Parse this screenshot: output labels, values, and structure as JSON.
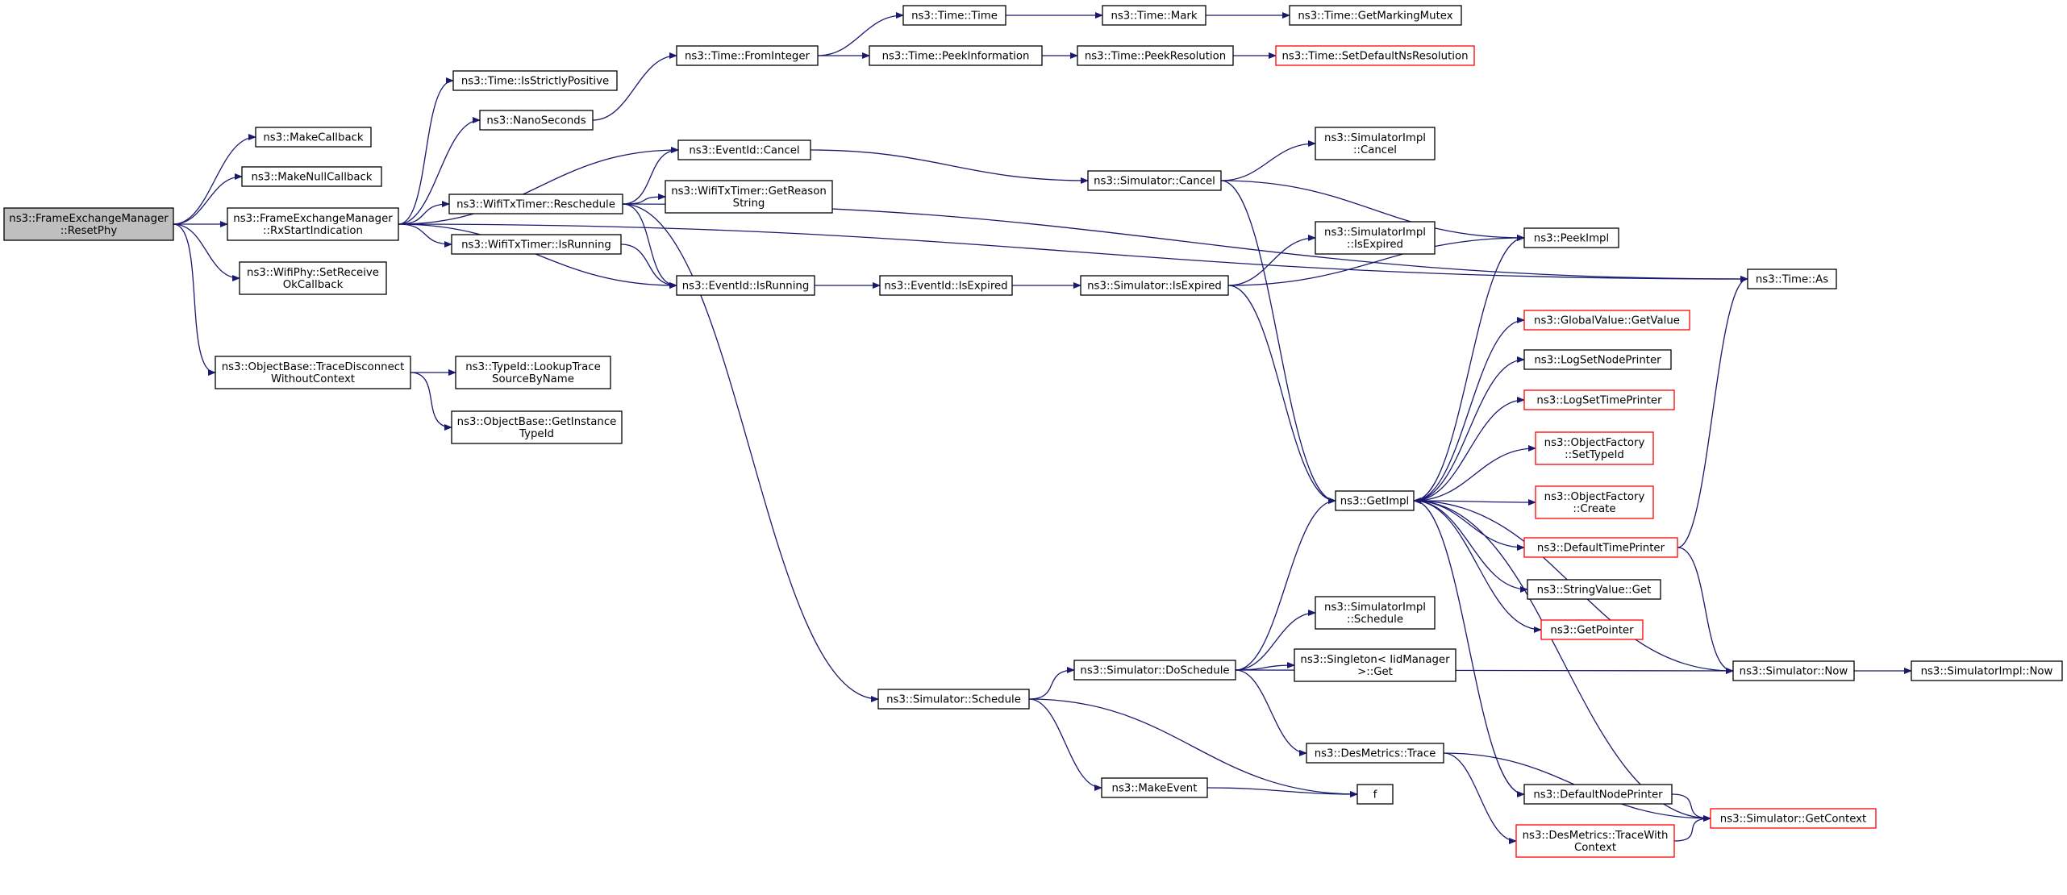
{
  "colors": {
    "edge": "#191970",
    "node_border": "#000000",
    "root_fill": "#bfbfbf",
    "truncated_border": "#ff0000",
    "background": "#ffffff"
  },
  "nodes": [
    {
      "id": "reset_phy",
      "lines": [
        "ns3::FrameExchangeManager",
        "::ResetPhy"
      ],
      "root": true
    },
    {
      "id": "make_callback",
      "lines": [
        "ns3::MakeCallback"
      ]
    },
    {
      "id": "make_null_callback",
      "lines": [
        "ns3::MakeNullCallback"
      ]
    },
    {
      "id": "rx_start",
      "lines": [
        "ns3::FrameExchangeManager",
        "::RxStartIndication"
      ]
    },
    {
      "id": "set_receive_ok",
      "lines": [
        "ns3::WifiPhy::SetReceive",
        "OkCallback"
      ]
    },
    {
      "id": "trace_disconnect",
      "lines": [
        "ns3::ObjectBase::TraceDisconnect",
        "WithoutContext"
      ]
    },
    {
      "id": "lookup_trace",
      "lines": [
        "ns3::TypeId::LookupTrace",
        "SourceByName"
      ]
    },
    {
      "id": "get_instance_typeid",
      "lines": [
        "ns3::ObjectBase::GetInstance",
        "TypeId"
      ]
    },
    {
      "id": "is_strictly_positive",
      "lines": [
        "ns3::Time::IsStrictlyPositive"
      ]
    },
    {
      "id": "nanoseconds",
      "lines": [
        "ns3::NanoSeconds"
      ]
    },
    {
      "id": "wifi_reschedule",
      "lines": [
        "ns3::WifiTxTimer::Reschedule"
      ]
    },
    {
      "id": "wifi_is_running",
      "lines": [
        "ns3::WifiTxTimer::IsRunning"
      ]
    },
    {
      "id": "from_integer",
      "lines": [
        "ns3::Time::FromInteger"
      ]
    },
    {
      "id": "eventid_cancel",
      "lines": [
        "ns3::EventId::Cancel"
      ]
    },
    {
      "id": "get_reason_string",
      "lines": [
        "ns3::WifiTxTimer::GetReason",
        "String"
      ]
    },
    {
      "id": "eventid_is_running",
      "lines": [
        "ns3::EventId::IsRunning"
      ]
    },
    {
      "id": "time_time",
      "lines": [
        "ns3::Time::Time"
      ]
    },
    {
      "id": "peek_information",
      "lines": [
        "ns3::Time::PeekInformation"
      ]
    },
    {
      "id": "eventid_is_expired",
      "lines": [
        "ns3::EventId::IsExpired"
      ]
    },
    {
      "id": "simulator_schedule",
      "lines": [
        "ns3::Simulator::Schedule"
      ]
    },
    {
      "id": "time_mark",
      "lines": [
        "ns3::Time::Mark"
      ]
    },
    {
      "id": "peek_resolution",
      "lines": [
        "ns3::Time::PeekResolution"
      ]
    },
    {
      "id": "simulator_cancel",
      "lines": [
        "ns3::Simulator::Cancel"
      ]
    },
    {
      "id": "simulator_is_expired",
      "lines": [
        "ns3::Simulator::IsExpired"
      ]
    },
    {
      "id": "simulator_do_schedule",
      "lines": [
        "ns3::Simulator::DoSchedule"
      ]
    },
    {
      "id": "make_event",
      "lines": [
        "ns3::MakeEvent"
      ]
    },
    {
      "id": "get_marking_mutex",
      "lines": [
        "ns3::Time::GetMarkingMutex"
      ]
    },
    {
      "id": "set_default_ns_resolution",
      "lines": [
        "ns3::Time::SetDefaultNsResolution"
      ],
      "truncated": true
    },
    {
      "id": "simimpl_cancel",
      "lines": [
        "ns3::SimulatorImpl",
        "::Cancel"
      ]
    },
    {
      "id": "simimpl_is_expired",
      "lines": [
        "ns3::SimulatorImpl",
        "::IsExpired"
      ]
    },
    {
      "id": "get_impl",
      "lines": [
        "ns3::GetImpl"
      ]
    },
    {
      "id": "simimpl_schedule",
      "lines": [
        "ns3::SimulatorImpl",
        "::Schedule"
      ]
    },
    {
      "id": "singleton_get",
      "lines": [
        "ns3::Singleton< IidManager",
        ">::Get"
      ]
    },
    {
      "id": "desmetrics_trace",
      "lines": [
        "ns3::DesMetrics::Trace"
      ]
    },
    {
      "id": "f",
      "lines": [
        "f"
      ]
    },
    {
      "id": "peek_impl",
      "lines": [
        "ns3::PeekImpl"
      ]
    },
    {
      "id": "globalvalue_get",
      "lines": [
        "ns3::GlobalValue::GetValue"
      ],
      "truncated": true
    },
    {
      "id": "log_set_node_printer",
      "lines": [
        "ns3::LogSetNodePrinter"
      ]
    },
    {
      "id": "log_set_time_printer",
      "lines": [
        "ns3::LogSetTimePrinter"
      ],
      "truncated": true
    },
    {
      "id": "objfactory_settypeid",
      "lines": [
        "ns3::ObjectFactory",
        "::SetTypeId"
      ],
      "truncated": true
    },
    {
      "id": "objfactory_create",
      "lines": [
        "ns3::ObjectFactory",
        "::Create"
      ],
      "truncated": true
    },
    {
      "id": "default_time_printer",
      "lines": [
        "ns3::DefaultTimePrinter"
      ],
      "truncated": true
    },
    {
      "id": "stringvalue_get",
      "lines": [
        "ns3::StringValue::Get"
      ]
    },
    {
      "id": "get_pointer",
      "lines": [
        "ns3::GetPointer"
      ],
      "truncated": true
    },
    {
      "id": "default_node_printer",
      "lines": [
        "ns3::DefaultNodePrinter"
      ]
    },
    {
      "id": "trace_with_context",
      "lines": [
        "ns3::DesMetrics::TraceWith",
        "Context"
      ],
      "truncated": true
    },
    {
      "id": "time_as",
      "lines": [
        "ns3::Time::As"
      ]
    },
    {
      "id": "simulator_now",
      "lines": [
        "ns3::Simulator::Now"
      ]
    },
    {
      "id": "simulator_get_context",
      "lines": [
        "ns3::Simulator::GetContext"
      ],
      "truncated": true
    },
    {
      "id": "simimpl_now",
      "lines": [
        "ns3::SimulatorImpl::Now"
      ]
    }
  ],
  "edges": [
    [
      "reset_phy",
      "make_callback"
    ],
    [
      "reset_phy",
      "make_null_callback"
    ],
    [
      "reset_phy",
      "rx_start"
    ],
    [
      "reset_phy",
      "set_receive_ok"
    ],
    [
      "reset_phy",
      "trace_disconnect"
    ],
    [
      "trace_disconnect",
      "lookup_trace"
    ],
    [
      "trace_disconnect",
      "get_instance_typeid"
    ],
    [
      "rx_start",
      "is_strictly_positive"
    ],
    [
      "rx_start",
      "nanoseconds"
    ],
    [
      "rx_start",
      "eventid_cancel"
    ],
    [
      "rx_start",
      "wifi_reschedule"
    ],
    [
      "rx_start",
      "wifi_is_running"
    ],
    [
      "rx_start",
      "eventid_is_running"
    ],
    [
      "rx_start",
      "time_as"
    ],
    [
      "nanoseconds",
      "from_integer"
    ],
    [
      "from_integer",
      "time_time"
    ],
    [
      "from_integer",
      "peek_information"
    ],
    [
      "time_time",
      "time_mark"
    ],
    [
      "time_mark",
      "get_marking_mutex"
    ],
    [
      "peek_information",
      "peek_resolution"
    ],
    [
      "peek_resolution",
      "set_default_ns_resolution"
    ],
    [
      "wifi_reschedule",
      "eventid_cancel"
    ],
    [
      "wifi_reschedule",
      "get_reason_string"
    ],
    [
      "wifi_reschedule",
      "eventid_is_running"
    ],
    [
      "wifi_reschedule",
      "simulator_schedule"
    ],
    [
      "wifi_reschedule",
      "time_as"
    ],
    [
      "wifi_is_running",
      "eventid_is_running"
    ],
    [
      "eventid_cancel",
      "simulator_cancel"
    ],
    [
      "eventid_is_running",
      "eventid_is_expired"
    ],
    [
      "eventid_is_expired",
      "simulator_is_expired"
    ],
    [
      "simulator_cancel",
      "simimpl_cancel"
    ],
    [
      "simulator_cancel",
      "peek_impl"
    ],
    [
      "simulator_cancel",
      "get_impl"
    ],
    [
      "simulator_is_expired",
      "simimpl_is_expired"
    ],
    [
      "simulator_is_expired",
      "peek_impl"
    ],
    [
      "simulator_is_expired",
      "get_impl"
    ],
    [
      "simulator_schedule",
      "simulator_do_schedule"
    ],
    [
      "simulator_schedule",
      "make_event"
    ],
    [
      "simulator_schedule",
      "f"
    ],
    [
      "simulator_do_schedule",
      "get_impl"
    ],
    [
      "simulator_do_schedule",
      "simimpl_schedule"
    ],
    [
      "simulator_do_schedule",
      "singleton_get"
    ],
    [
      "simulator_do_schedule",
      "desmetrics_trace"
    ],
    [
      "simulator_do_schedule",
      "simulator_now"
    ],
    [
      "make_event",
      "f"
    ],
    [
      "desmetrics_trace",
      "trace_with_context"
    ],
    [
      "desmetrics_trace",
      "simulator_get_context"
    ],
    [
      "get_impl",
      "peek_impl"
    ],
    [
      "get_impl",
      "globalvalue_get"
    ],
    [
      "get_impl",
      "log_set_node_printer"
    ],
    [
      "get_impl",
      "log_set_time_printer"
    ],
    [
      "get_impl",
      "objfactory_settypeid"
    ],
    [
      "get_impl",
      "objfactory_create"
    ],
    [
      "get_impl",
      "default_time_printer"
    ],
    [
      "get_impl",
      "stringvalue_get"
    ],
    [
      "get_impl",
      "get_pointer"
    ],
    [
      "get_impl",
      "default_node_printer"
    ],
    [
      "default_time_printer",
      "time_as"
    ],
    [
      "default_time_printer",
      "simulator_now"
    ],
    [
      "default_node_printer",
      "simulator_get_context"
    ],
    [
      "trace_with_context",
      "simulator_get_context"
    ],
    [
      "simulator_now",
      "get_impl"
    ],
    [
      "simulator_now",
      "simimpl_now"
    ],
    [
      "simulator_get_context",
      "get_impl"
    ]
  ]
}
